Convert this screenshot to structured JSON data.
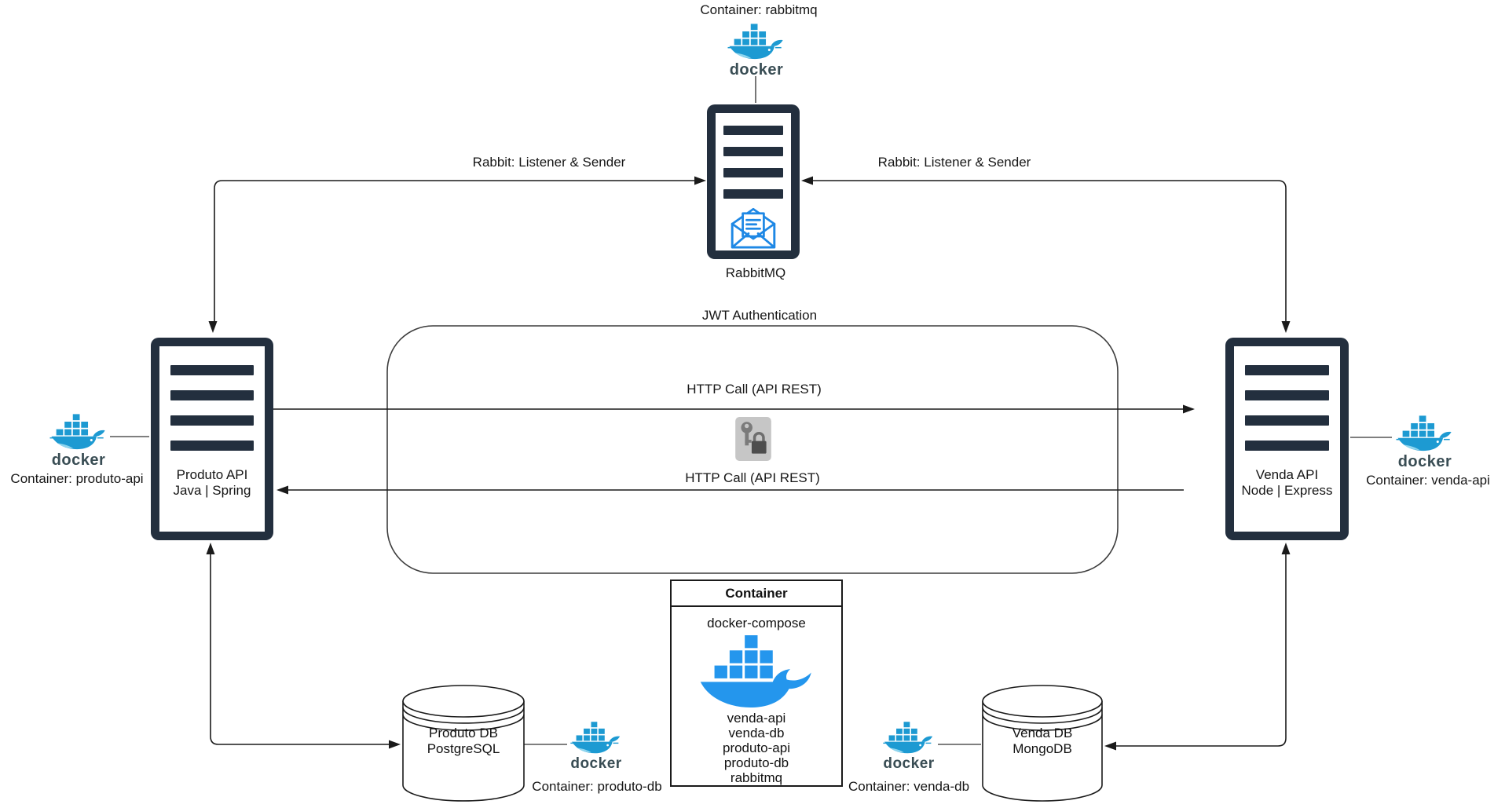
{
  "diagram": {
    "docker_wordmark": "docker",
    "rabbitmq": {
      "container_label": "Container: rabbitmq",
      "name": "RabbitMQ"
    },
    "produto_api": {
      "title": "Produto API",
      "subtitle": "Java | Spring",
      "container_label": "Container: produto-api"
    },
    "venda_api": {
      "title": "Venda API",
      "subtitle": "Node | Express",
      "container_label": "Container: venda-api"
    },
    "produto_db": {
      "title": "Produto DB",
      "subtitle": "PostgreSQL",
      "container_label": "Container: produto-db"
    },
    "venda_db": {
      "title": "Venda DB",
      "subtitle": "MongoDB",
      "container_label": "Container: venda-db"
    },
    "compose_box": {
      "header": "Container",
      "tool": "docker-compose",
      "services": [
        "venda-api",
        "venda-db",
        "produto-api",
        "produto-db",
        "rabbitmq"
      ]
    },
    "edges": {
      "rabbit_left_label": "Rabbit: Listener & Sender",
      "rabbit_right_label": "Rabbit: Listener & Sender",
      "jwt_label": "JWT Authentication",
      "http_top_label": "HTTP Call (API REST)",
      "http_bottom_label": "HTTP Call (API REST)"
    },
    "colors": {
      "navy": "#232F3E",
      "docker_blue": "#1D9AD2",
      "docker_flat_blue": "#2496ED",
      "docker_wordmark_color": "#394D54",
      "envelope_blue": "#1E88E5",
      "line": "#1A1A1A"
    }
  }
}
